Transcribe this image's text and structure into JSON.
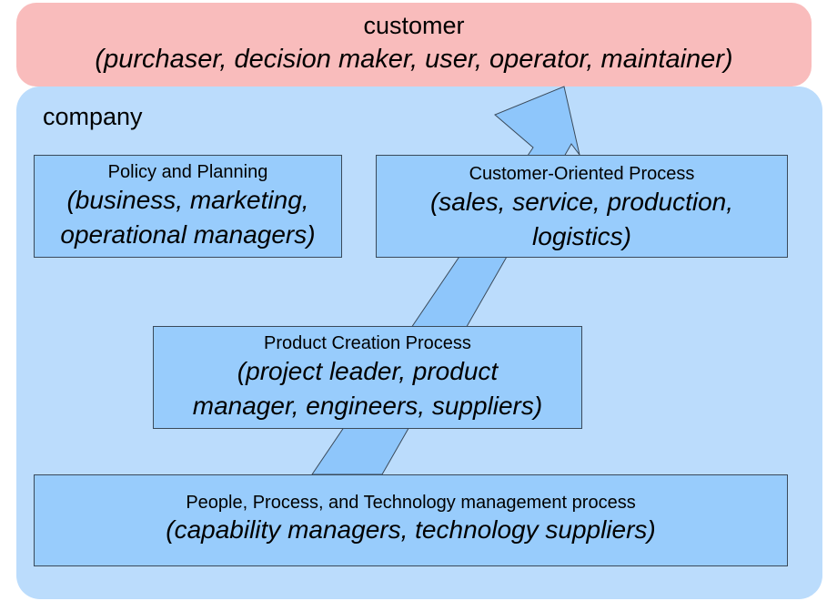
{
  "customer": {
    "title": "customer",
    "roles": "(purchaser, decision maker, user, operator, maintainer)"
  },
  "company": {
    "label": "company"
  },
  "boxes": {
    "policy": {
      "title": "Policy and Planning",
      "roles_line1": "(business, marketing,",
      "roles_line2": "operational managers)"
    },
    "customer_process": {
      "title": "Customer-Oriented Process",
      "roles_line1": "(sales, service, production,",
      "roles_line2": "logistics)"
    },
    "product": {
      "title": "Product Creation Process",
      "roles_line1": "(project leader, product",
      "roles_line2": "manager, engineers, suppliers)"
    },
    "ptt": {
      "title": "People, Process, and Technology management process",
      "roles": "(capability managers, technology suppliers)"
    }
  },
  "colors": {
    "customer_band": "#f9bcbc",
    "company_band": "#bbdcfc",
    "box_fill": "#98ccfc",
    "arrow_fill": "#8ec6fb",
    "outline": "#3a4a5a"
  }
}
